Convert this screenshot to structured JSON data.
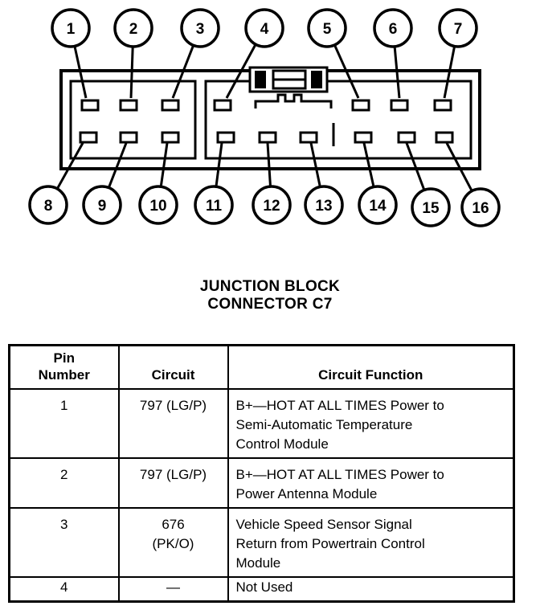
{
  "connector": {
    "top_pins": [
      "1",
      "2",
      "3",
      "4",
      "5",
      "6",
      "7"
    ],
    "bottom_pins": [
      "8",
      "9",
      "10",
      "11",
      "12",
      "13",
      "14",
      "15",
      "16"
    ]
  },
  "title": {
    "line1": "JUNCTION BLOCK",
    "line2": "CONNECTOR C7"
  },
  "table": {
    "headers": {
      "pin_line1": "Pin",
      "pin_line2": "Number",
      "circuit": "Circuit",
      "function": "Circuit Function"
    },
    "rows": [
      {
        "pin": "1",
        "circuit_line1": "797 (LG/P)",
        "circuit_line2": "",
        "function_lines": [
          "B+—HOT AT ALL TIMES Power to",
          "Semi-Automatic Temperature",
          "Control Module"
        ]
      },
      {
        "pin": "2",
        "circuit_line1": "797 (LG/P)",
        "circuit_line2": "",
        "function_lines": [
          "B+—HOT AT ALL TIMES Power to",
          "Power Antenna Module"
        ]
      },
      {
        "pin": "3",
        "circuit_line1": "676",
        "circuit_line2": "(PK/O)",
        "function_lines": [
          "Vehicle Speed Sensor Signal",
          "Return from Powertrain Control",
          "Module"
        ]
      },
      {
        "pin": "4",
        "circuit_line1": "—",
        "circuit_line2": "",
        "function_lines": [
          "Not Used"
        ]
      }
    ]
  }
}
